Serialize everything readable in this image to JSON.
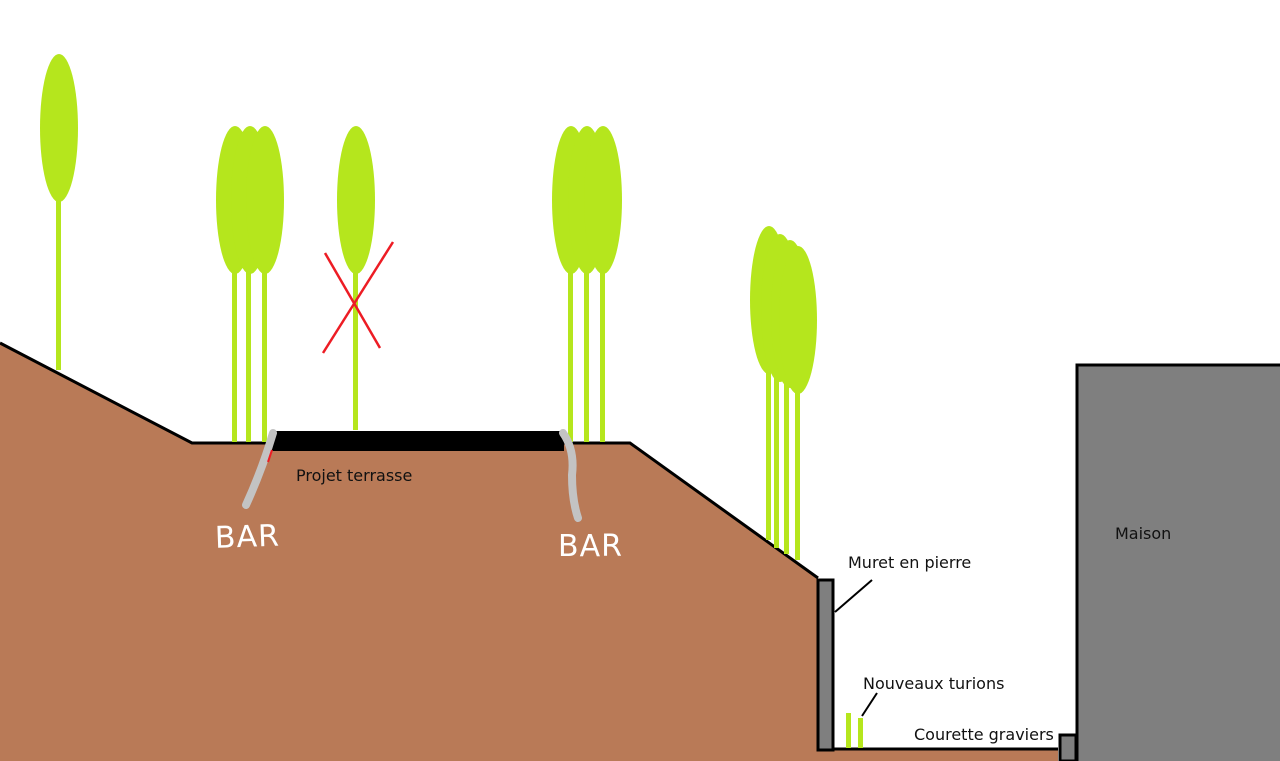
{
  "labels": {
    "terrace": "Projet terrasse",
    "bar_left": "BAR",
    "bar_right": "BAR",
    "wall": "Muret en pierre",
    "shoots": "Nouveaux turions",
    "gravel": "Courette graviers",
    "house": "Maison"
  },
  "colors": {
    "soil": "#b97a57",
    "bamboo": "#b5e61d",
    "wall": "#7f7f7f",
    "house": "#7f7f7f",
    "terrace": "#000000",
    "barrier": "#c3c3c3",
    "cross": "#ed1c24",
    "outline": "#000000"
  }
}
